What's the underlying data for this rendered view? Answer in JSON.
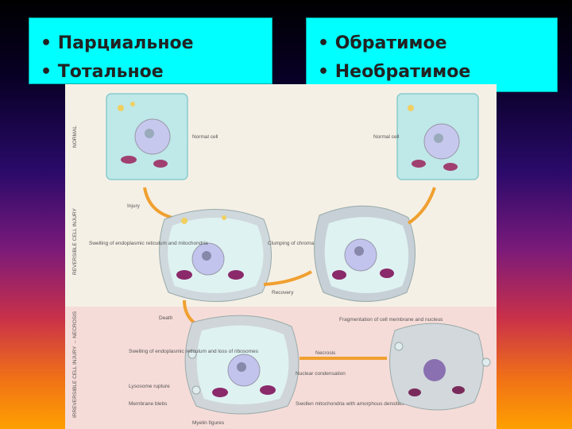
{
  "left_box": {
    "items": [
      "Парциальное",
      "Тотальное"
    ]
  },
  "right_box": {
    "items": [
      "Обратимое",
      "Необратимое"
    ]
  },
  "figure": {
    "side_labels": [
      "NORMAL",
      "REVERSIBLE CELL INJURY",
      "IRREVERSIBLE CELL INJURY → NECROSIS"
    ],
    "labels": {
      "normal_cell_left": "Normal cell",
      "normal_cell_right": "Normal cell",
      "injury": "Injury",
      "swelling_er": "Swelling of endoplasmic reticulum and mitochondria",
      "clumping": "Clumping of chromatin",
      "recovery": "Recovery",
      "death": "Death",
      "fragmentation": "Fragmentation of cell membrane and nucleus",
      "swelling_er_ribosomes": "Swelling of endoplasmic reticulum and loss of ribosomes",
      "necrosis": "Necrosis",
      "lysosome_rupture": "Lysosome rupture",
      "nuclear_condensation": "Nuclear condensation",
      "membrane_blebs": "Membrane blebs",
      "swollen_mito": "Swollen mitochondria with amorphous densities",
      "myelin_figures": "Myelin figures"
    }
  }
}
